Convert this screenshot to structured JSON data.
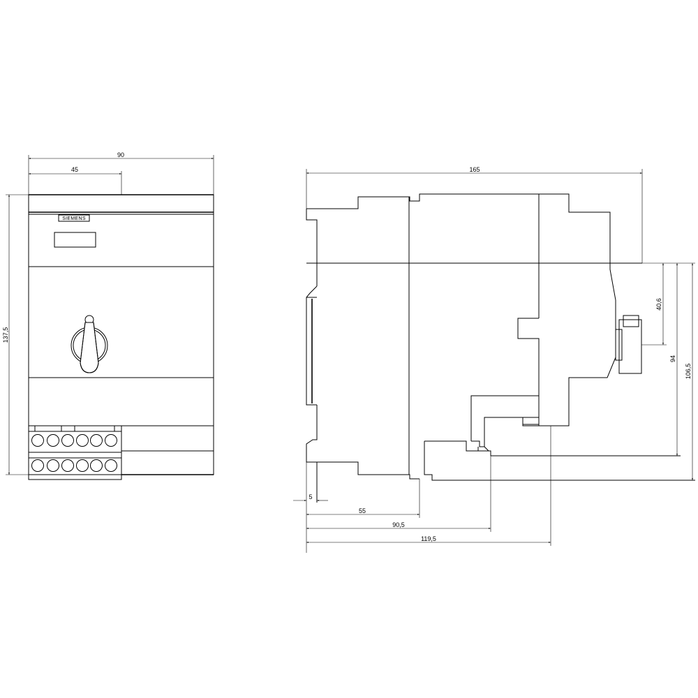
{
  "front_view": {
    "brand_text": "SIEMENS",
    "dim_width": "90",
    "dim_half_width": "45",
    "dim_height": "137,5"
  },
  "side_view": {
    "dim_depth": "165",
    "dim_rail_offset": "5",
    "dim_55": "55",
    "dim_90_5": "90,5",
    "dim_119_5": "119,5",
    "dim_40_6": "40,6",
    "dim_94": "94",
    "dim_106_5": "106,5"
  }
}
